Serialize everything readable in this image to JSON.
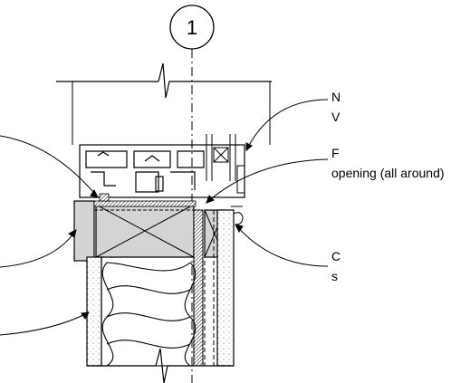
{
  "detail": {
    "marker_number": "1"
  },
  "callouts": {
    "top_right_line1": "N",
    "top_right_line2": "V",
    "middle_right_line1": "F",
    "middle_right_line2": "opening (all around)",
    "lower_right_line1": "C",
    "lower_right_line2": "s"
  },
  "colors": {
    "line": "#000000",
    "block_fill": "#d4d4d4",
    "background": "#ffffff"
  }
}
